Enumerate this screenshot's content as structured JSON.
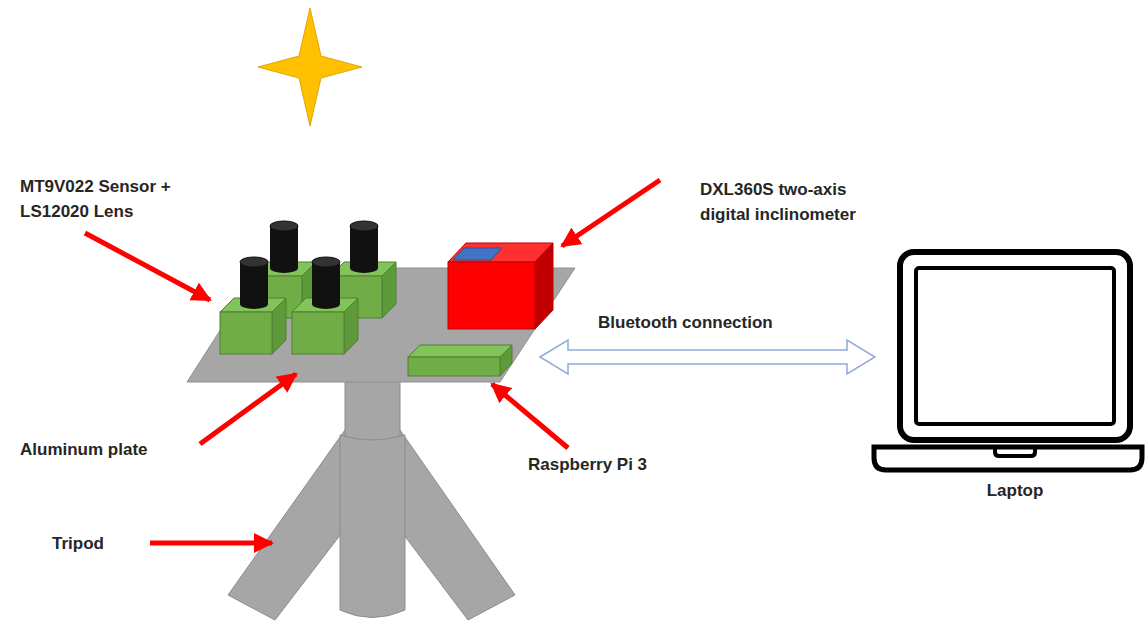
{
  "diagram": {
    "labels": [
      "MT9V022 Sensor + LS12020 Lens",
      "DXL360S two-axis digital inclinometer",
      "Bluetooth connection",
      "Aluminum plate",
      "Raspberry Pi 3",
      "Tripod",
      "Laptop"
    ]
  }
}
